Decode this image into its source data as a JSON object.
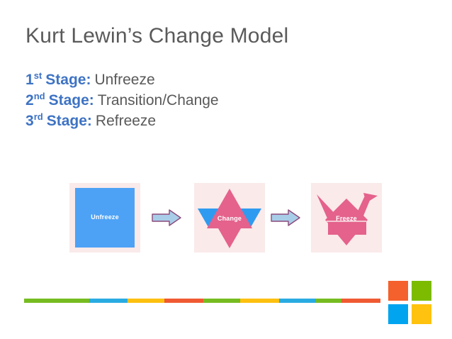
{
  "slide": {
    "title": "Kurt Lewin’s Change Model",
    "background": "#ffffff"
  },
  "stages": [
    {
      "num": "1",
      "ord": "st",
      "word": "Stage:",
      "value": "Unfreeze"
    },
    {
      "num": "2",
      "ord": "nd",
      "word": "Stage:",
      "value": "Transition/Change"
    },
    {
      "num": "3",
      "ord": "rd",
      "word": "Stage:",
      "value": "Refreeze"
    }
  ],
  "diagram": {
    "panels": [
      {
        "name": "unfreeze",
        "label": "Unfreeze",
        "shape": "square",
        "color": "#4da2f5",
        "background": "#faeaea"
      },
      {
        "name": "change",
        "label": "Change",
        "shape": "triangles",
        "color": "#e4628c",
        "accent": "#2f9bf0",
        "background": "#faeaea"
      },
      {
        "name": "freeze",
        "label": "Freeze",
        "shape": "origami-crane",
        "color": "#e4628c",
        "background": "#faeaea"
      }
    ],
    "arrows": [
      {
        "name": "arrow-one",
        "fill": "#a8cde8",
        "stroke": "#8c4a7a"
      },
      {
        "name": "arrow-two",
        "fill": "#a8cde8",
        "stroke": "#8c4a7a"
      }
    ]
  },
  "colorbar": {
    "segments": [
      {
        "color": "#76bc21",
        "width": 92
      },
      {
        "color": "#29abe2",
        "width": 54
      },
      {
        "color": "#fdc010",
        "width": 52
      },
      {
        "color": "#f05a33",
        "width": 55
      },
      {
        "color": "#76bc21",
        "width": 52
      },
      {
        "color": "#fdc010",
        "width": 55
      },
      {
        "color": "#29abe2",
        "width": 52
      },
      {
        "color": "#76bc21",
        "width": 36
      },
      {
        "color": "#f05a33",
        "width": 55
      }
    ]
  },
  "logo": {
    "name": "four-square-logo",
    "squares": [
      {
        "name": "square-top-left",
        "color": "#f4612c"
      },
      {
        "name": "square-top-right",
        "color": "#7cbb00"
      },
      {
        "name": "square-bottom-left",
        "color": "#00a4ef"
      },
      {
        "name": "square-bottom-right",
        "color": "#ffc20e"
      }
    ]
  },
  "colors": {
    "title": "#5a5a5a",
    "accent_blue": "#3e73c4",
    "body_text": "#595959",
    "pink": "#e4628c",
    "panel_bg": "#faeaea"
  }
}
